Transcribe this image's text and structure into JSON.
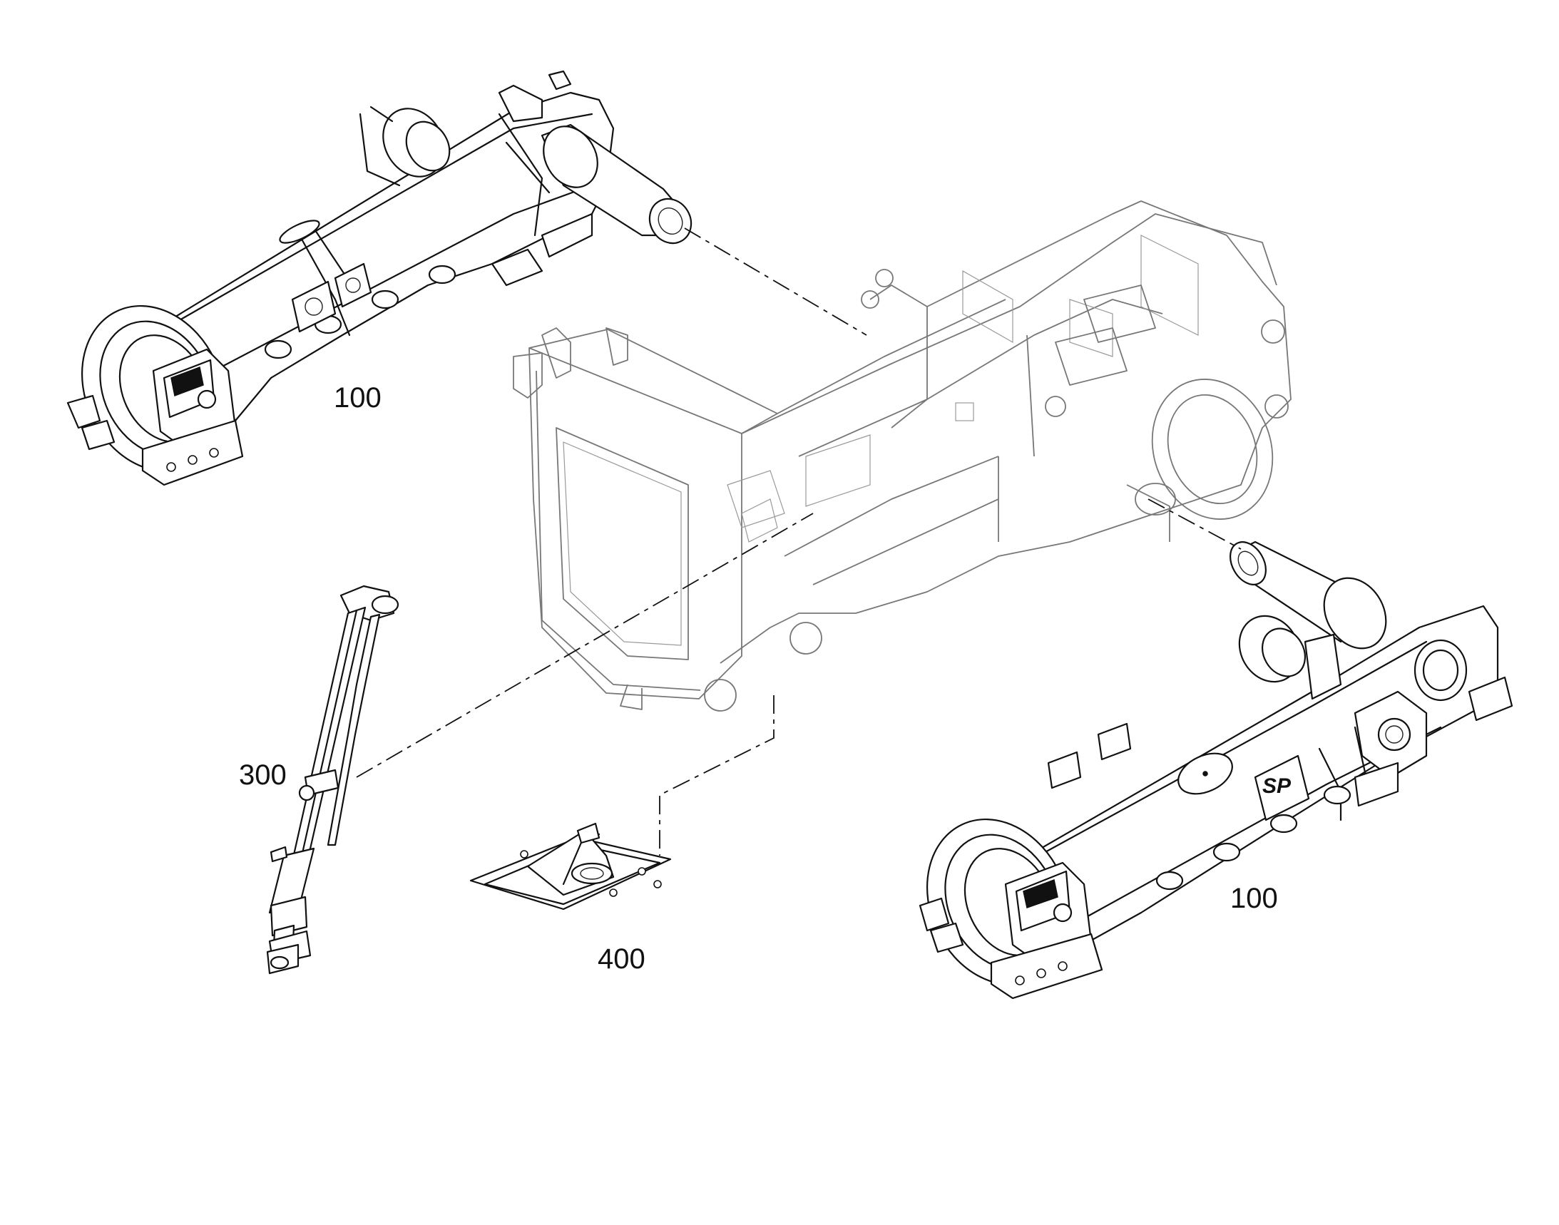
{
  "diagram": {
    "callouts": {
      "track_frame_left": "100",
      "track_frame_right": "100",
      "cylinder": "300",
      "bottom_plate": "400"
    },
    "markings": {
      "sp_badge": "SP"
    }
  }
}
